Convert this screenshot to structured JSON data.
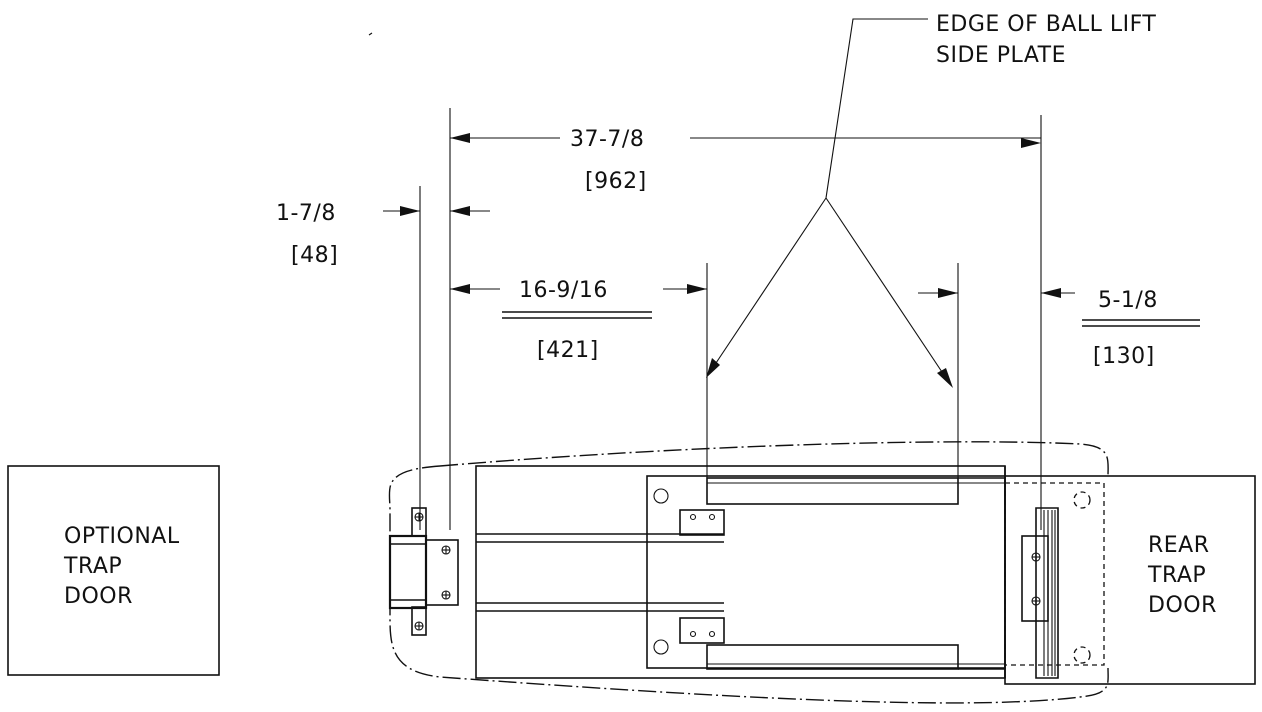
{
  "callout": {
    "line1": "EDGE OF BALL LIFT",
    "line2": "SIDE PLATE"
  },
  "dimensions": {
    "overall": {
      "imperial": "37-7/8",
      "metric": "[962]"
    },
    "front_offset": {
      "imperial": "1-7/8",
      "metric": "[48]"
    },
    "side_plate_start": {
      "imperial": "16-9/16",
      "metric": "[421]"
    },
    "rear_offset": {
      "imperial": "5-1/8",
      "metric": "[130]"
    }
  },
  "labels": {
    "optional_trap_door": [
      "OPTIONAL",
      "TRAP",
      "DOOR"
    ],
    "rear_trap_door": [
      "REAR",
      "TRAP",
      "DOOR"
    ]
  }
}
